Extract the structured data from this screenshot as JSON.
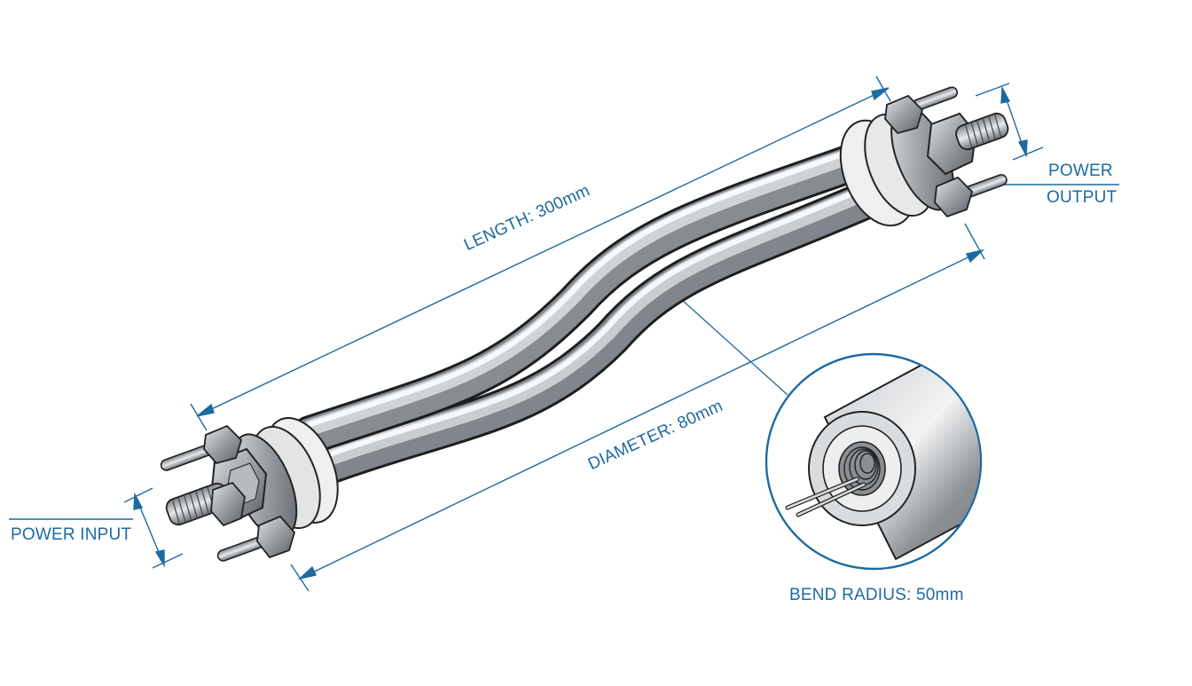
{
  "labels": {
    "length": "LENGTH: 300mm",
    "diameter": "DIAMETER: 80mm",
    "power_input": "POWER INPUT",
    "power_output_line1": "POWER",
    "power_output_line2": "OUTPUT",
    "bend_radius": "BEND RADIUS: 50mm"
  },
  "colors": {
    "annotation": "#1d6aa0",
    "steel": "#9aa0a6",
    "ceramic": "#eeeeee",
    "outline": "#1e1e1e"
  },
  "icons": {
    "detail_inset": "cross-section-magnifier-icon"
  }
}
